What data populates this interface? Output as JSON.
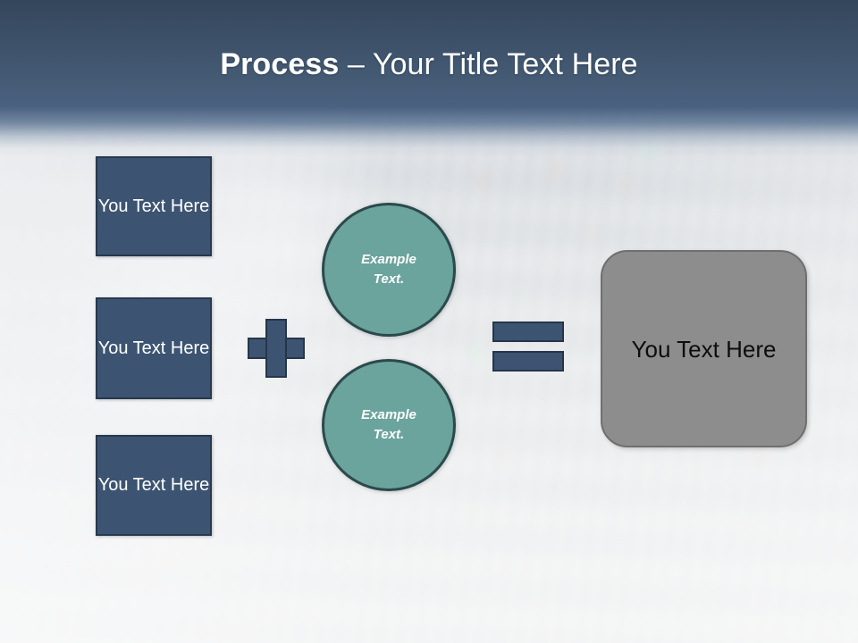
{
  "slide": {
    "title": {
      "bold_part": "Process",
      "rest_part": " – Your Title Text Here"
    },
    "header_color": "#3b4f66",
    "accent_blue": "#3c5472",
    "accent_teal": "#6ba39d",
    "result_gray": "#8d8d8d"
  },
  "inputs": [
    {
      "label": "You Text Here"
    },
    {
      "label": "You Text Here"
    },
    {
      "label": "You Text Here"
    }
  ],
  "operators": {
    "plus": "plus-sign",
    "equals": "equals-sign"
  },
  "modifiers": [
    {
      "line1": "Example",
      "line2": "Text."
    },
    {
      "line1": "Example",
      "line2": "Text."
    }
  ],
  "result": {
    "label": "You Text Here"
  },
  "background": {
    "description": "blurred-server-rack-data-center-photo"
  }
}
